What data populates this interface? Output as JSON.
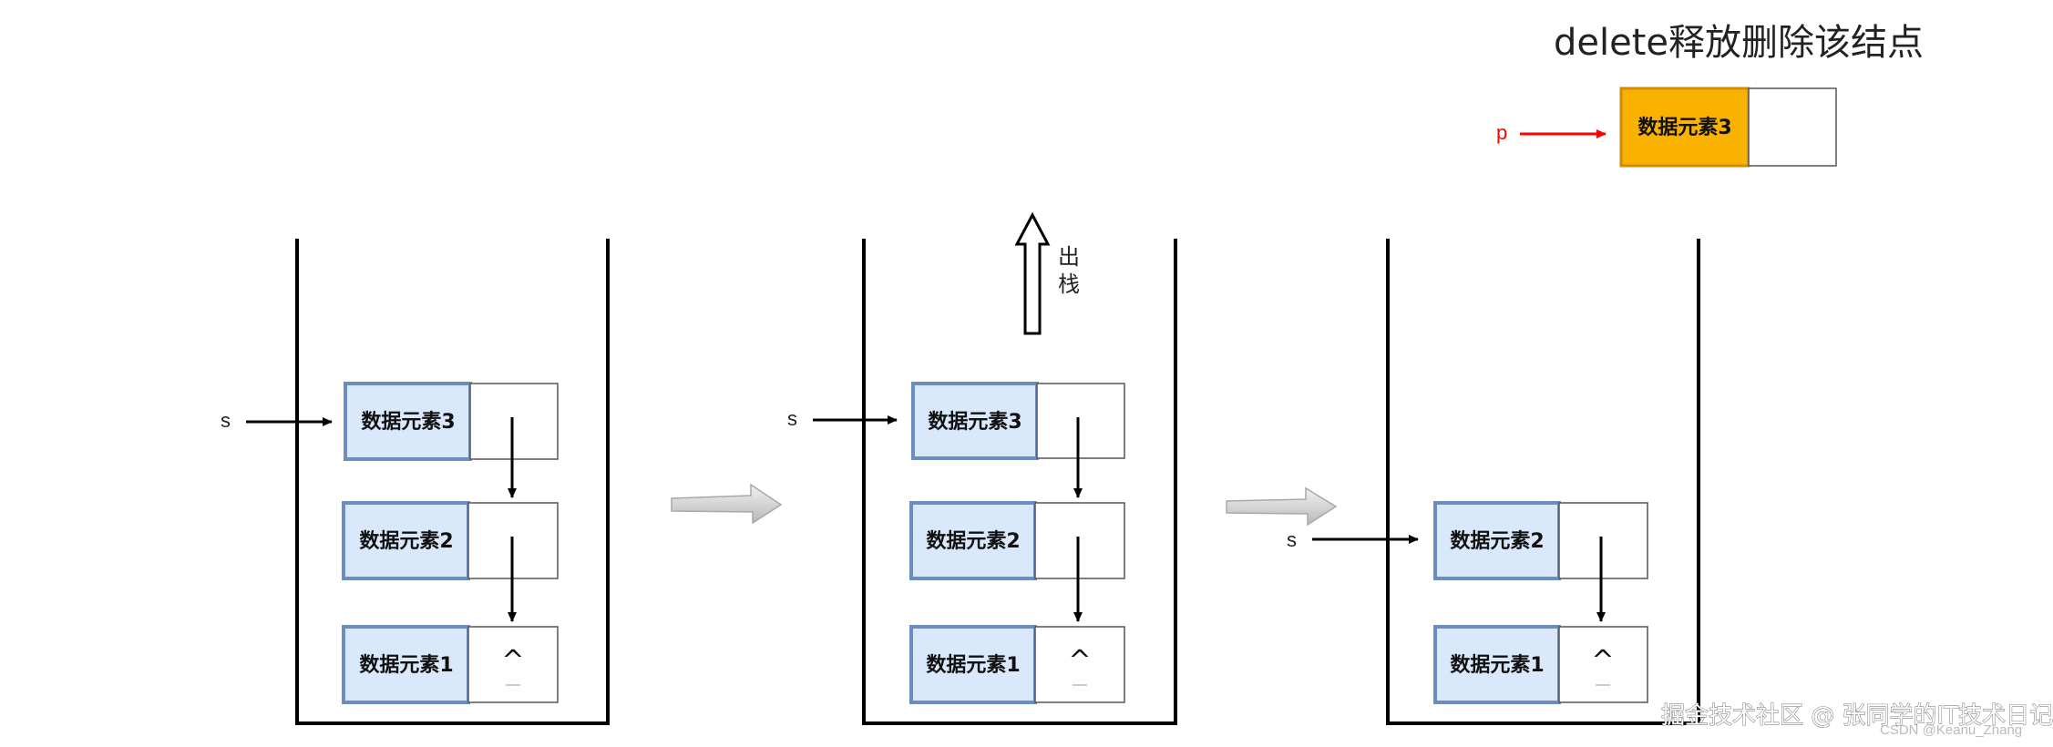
{
  "title": "delete释放删除该结点",
  "deleted_node": {
    "label": "数据元素3",
    "pointer": "p",
    "fill": "#f9b200",
    "border": "#d28b00"
  },
  "stacks": [
    {
      "pointer": "s",
      "nodes": [
        {
          "label": "数据元素3",
          "next": ""
        },
        {
          "label": "数据元素2",
          "next": ""
        },
        {
          "label": "数据元素1",
          "next": "^"
        }
      ]
    },
    {
      "pointer": "s",
      "pop_label": "出栈",
      "nodes": [
        {
          "label": "数据元素3",
          "next": ""
        },
        {
          "label": "数据元素2",
          "next": ""
        },
        {
          "label": "数据元素1",
          "next": "^"
        }
      ]
    },
    {
      "pointer": "s",
      "nodes": [
        {
          "label": "数据元素2",
          "next": ""
        },
        {
          "label": "数据元素1",
          "next": "^"
        }
      ]
    }
  ],
  "watermark": {
    "main": "掘金技术社区 @ 张同学的IT技术日记",
    "small": "CSDN @Keanu_Zhang"
  },
  "colors": {
    "node_fill": "#dae8fc",
    "node_border": "#6c8ebf",
    "pointer_red": "#ff0000",
    "transition_arrow": "#d0d0d0"
  }
}
